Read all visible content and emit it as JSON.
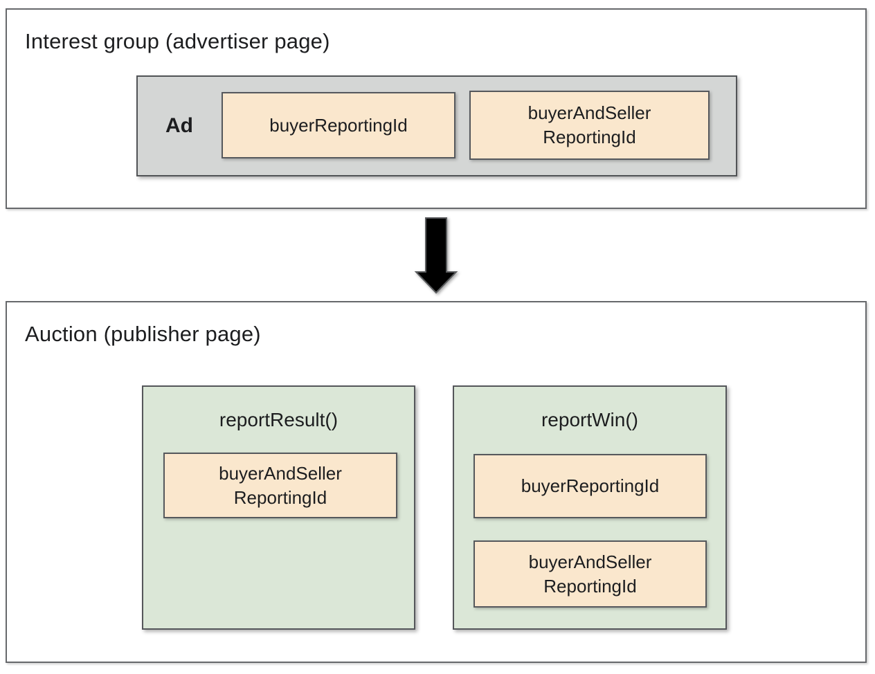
{
  "colors": {
    "background": "#ffffff",
    "section_border": "#66686b",
    "inner_border": "#55585c",
    "ad_fill": "#d4d6d5",
    "field_fill": "#fae7cd",
    "function_fill": "#dbe7d7",
    "arrow_fill": "#000000",
    "text": "#1c1d1f"
  },
  "interest_group": {
    "title": "Interest group (advertiser page)",
    "ad": {
      "label": "Ad",
      "fields": [
        "buyerReportingId",
        "buyerAndSeller\nReportingId"
      ]
    }
  },
  "arrow": {
    "meaning": "flow from interest group to auction"
  },
  "auction": {
    "title": "Auction (publisher page)",
    "functions": [
      {
        "name": "reportResult()",
        "fields": [
          "buyerAndSeller\nReportingId"
        ]
      },
      {
        "name": "reportWin()",
        "fields": [
          "buyerReportingId",
          "buyerAndSeller\nReportingId"
        ]
      }
    ]
  }
}
